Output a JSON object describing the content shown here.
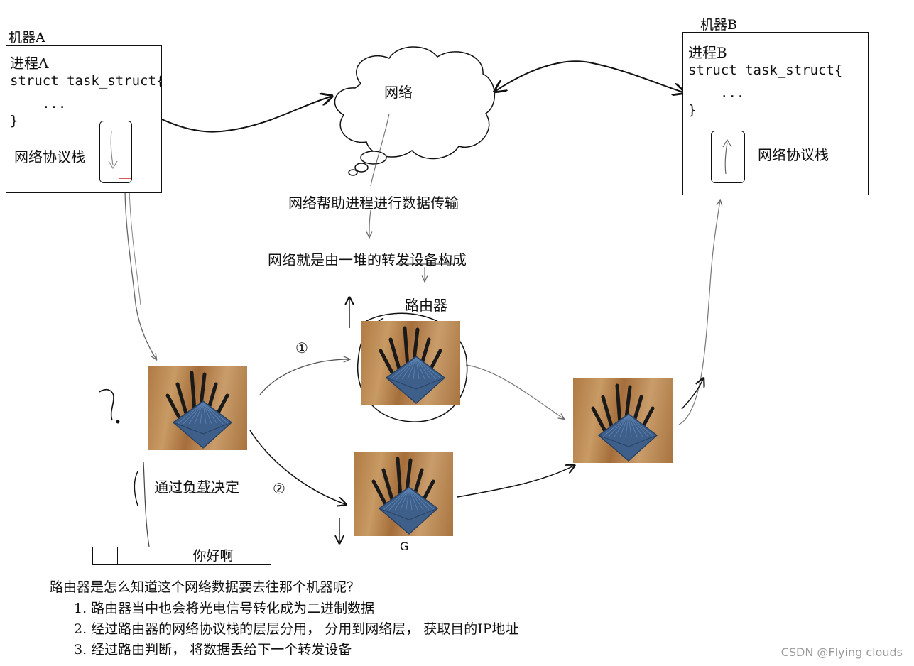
{
  "machine_a": {
    "title": "机器A",
    "process": "进程A",
    "code_line1": "struct task_struct{",
    "code_line2": "...",
    "code_line3": "}",
    "stack_label": "网络协议栈"
  },
  "machine_b": {
    "title": "机器B",
    "process": "进程B",
    "code_line1": "struct task_struct{",
    "code_line2": "...",
    "code_line3": "}",
    "stack_label": "网络协议栈"
  },
  "cloud": {
    "label": "网络"
  },
  "notes": {
    "help": "网络帮助进程进行数据传输",
    "composition": "网络就是由一堆的转发设备构成",
    "router_label": "路由器",
    "load": "通过负载决定",
    "path_one": "①",
    "path_two": "②",
    "bottom_router_mark": "G"
  },
  "packet": {
    "text": "你好啊"
  },
  "question": {
    "title": "路由器是怎么知道这个网络数据要去往那个机器呢？",
    "items": [
      "1.  路由器当中也会将光电信号转化成为二进制数据",
      "2.  经过路由器的网络协议栈的层层分用，  分用到网络层，  获取目的IP地址",
      "3.  经过路由判断，  将数据丢给下一个转发设备"
    ]
  },
  "watermark": "CSDN @Flying  clouds",
  "colors": {
    "ink": "#111111",
    "router_blue": "#3d5f8a",
    "antenna": "#1a1a1a",
    "wood": "#b98450",
    "red_underline": "#cc2222"
  }
}
